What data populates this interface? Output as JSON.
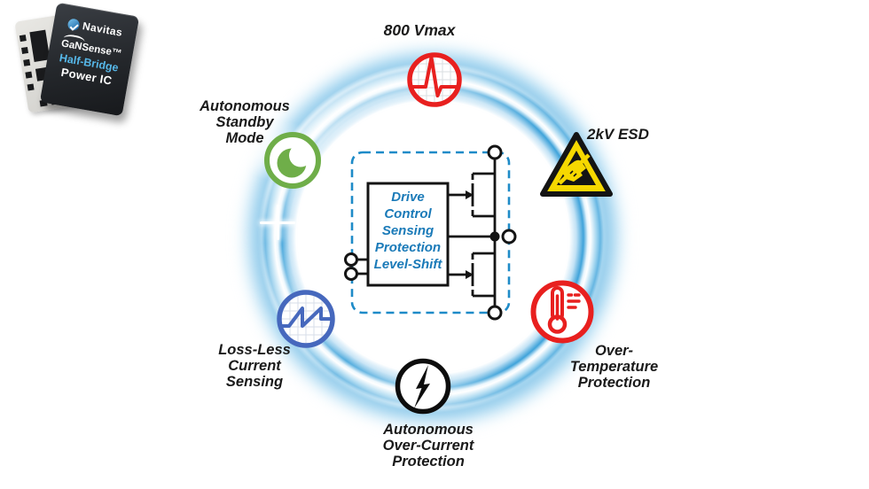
{
  "product": {
    "brand": "Navitas",
    "family": "GaNSense™",
    "type": "Half-Bridge",
    "category": "Power IC"
  },
  "center_block": {
    "lines": [
      "Drive",
      "Control",
      "Sensing",
      "Protection",
      "Level-Shift"
    ]
  },
  "features": {
    "vmax": {
      "label": "800 Vmax",
      "icon": "voltage-spike-icon",
      "color": "#e8201f"
    },
    "esd": {
      "label": "2kV ESD",
      "icon": "esd-warning-triangle-icon",
      "color": "#f6d800"
    },
    "standby": {
      "label": "Autonomous\nStandby\nMode",
      "icon": "moon-icon",
      "color": "#6fae49"
    },
    "lossless": {
      "label": "Loss-Less\nCurrent\nSensing",
      "icon": "current-waveform-icon",
      "color": "#4668bd"
    },
    "overcurrent": {
      "label": "Autonomous\nOver-Current\nProtection",
      "icon": "lightning-bolt-icon",
      "color": "#111111"
    },
    "overtemp": {
      "label": "Over-\nTemperature\nProtection",
      "icon": "thermometer-icon",
      "color": "#e8201f"
    }
  },
  "colors": {
    "ring_blue": "#3fa3da",
    "center_text_blue": "#1a7ab8",
    "dashed_border_blue": "#1e8bc8",
    "label_text": "#1a1a1a"
  }
}
